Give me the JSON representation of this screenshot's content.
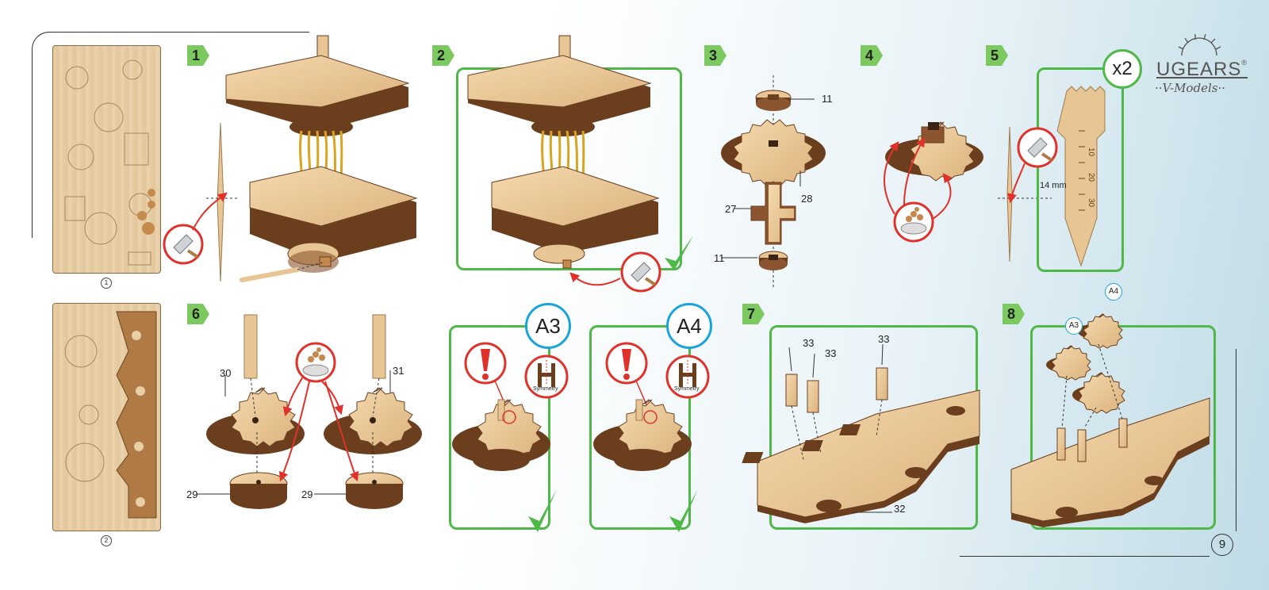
{
  "brand": {
    "name": "UGEARS",
    "sub": "V-Models",
    "reg": "®"
  },
  "page_number": "9",
  "steps": {
    "s1": "1",
    "s2": "2",
    "s3": "3",
    "s4": "4",
    "s5": "5",
    "s6": "6",
    "s7": "7",
    "s8": "8"
  },
  "planks": {
    "p1": "1",
    "p2": "2"
  },
  "parts": {
    "p11a": "11",
    "p11b": "11",
    "p28": "28",
    "p27": "27",
    "p30": "30",
    "p31": "31",
    "p29a": "29",
    "p29b": "29",
    "p33a": "33",
    "p33b": "33",
    "p33c": "33",
    "p32": "32"
  },
  "tags": {
    "a3": "A3",
    "a4": "A4",
    "a3_small": "A3",
    "a4_small": "A4",
    "x2": "x2"
  },
  "symmetry_label": "Symmetry",
  "measure": {
    "label": "14 mm",
    "ruler_ticks": [
      "10",
      "20",
      "30"
    ]
  },
  "colors": {
    "check": "#4fb848",
    "accent_blue": "#1aa4dc",
    "warn_red": "#e0322a",
    "wood": "#e8c594",
    "wood_dark": "#6b3e1e"
  }
}
